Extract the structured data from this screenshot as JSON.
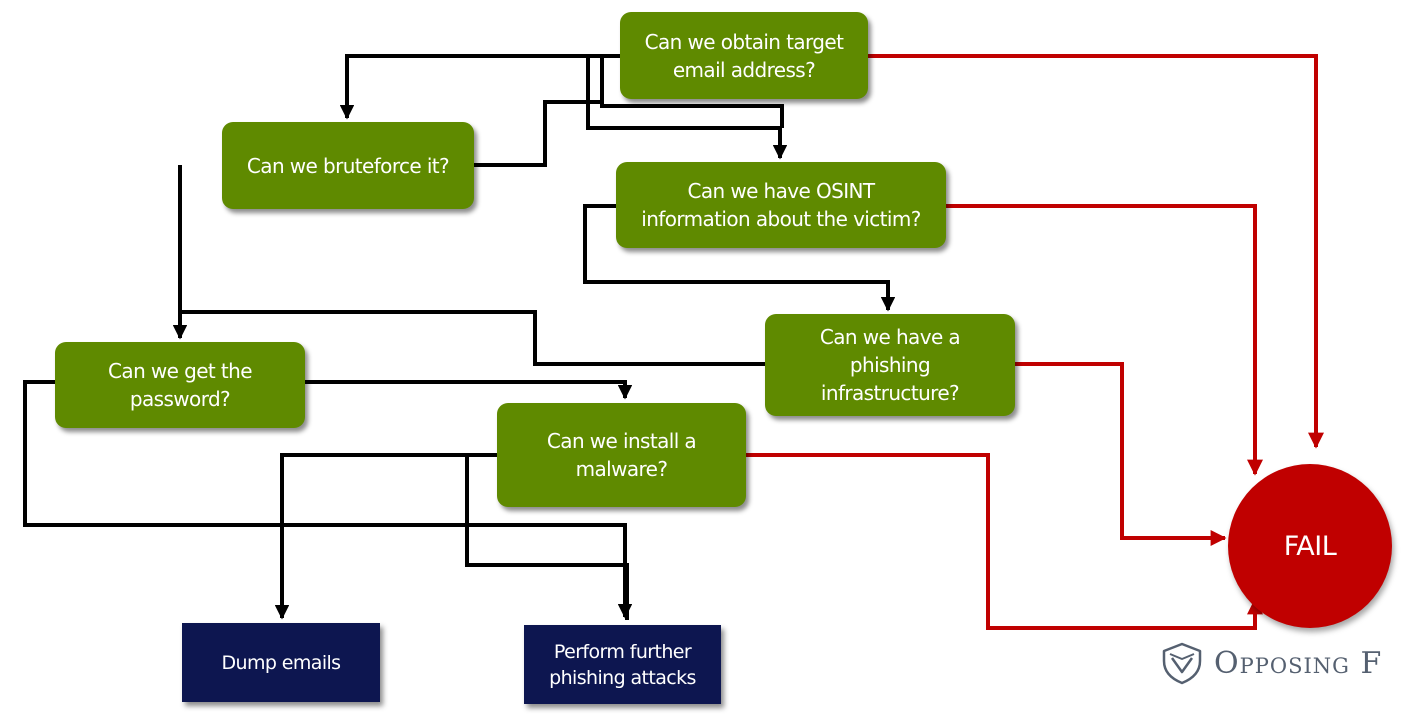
{
  "diagram": {
    "nodes": {
      "obtain_email": "Can we obtain target\nemail address?",
      "bruteforce": "Can we bruteforce it?",
      "osint": "Can we have OSINT\ninformation about the victim?",
      "phishing_infra": "Can we have a\nphishing\ninfrastructure?",
      "get_password": "Can we get the\npassword?",
      "install_malware": "Can we install a\nmalware?",
      "dump_emails": "Dump emails",
      "further_phishing": "Perform further\nphishing attacks",
      "fail": "FAIL"
    },
    "colors": {
      "decision": "#5f8a00",
      "outcome": "#0d1650",
      "fail": "#c00000",
      "yes_edge": "#000000",
      "no_edge": "#c00000"
    }
  },
  "branding": {
    "logo_text": "Opposing F",
    "logo_icon": "helmet-shield-icon"
  }
}
